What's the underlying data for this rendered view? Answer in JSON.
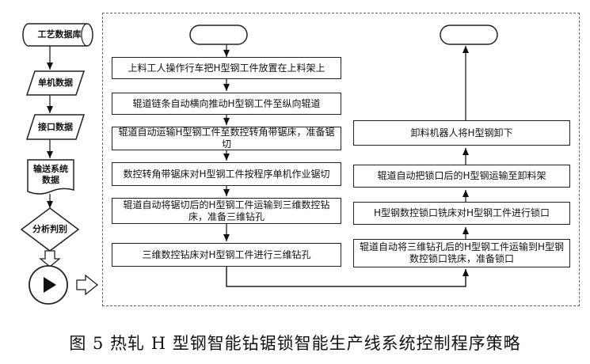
{
  "sidebar": {
    "process_db": "工艺数据库",
    "single_data": "单机数据",
    "interface_data": "接口数据",
    "conveyor_data": "输送系统数据",
    "analysis": "分析判别"
  },
  "flow": {
    "left_steps": [
      "上料工人操作行车把H型钢工件放置在上料架上",
      "辊道链条自动横向推动H型钢工件至纵向辊道",
      "辊道自动运输H型钢工件至数控转角带锯床，准备锯切",
      "数控转角带锯床对H型钢工件按程序单机作业锯切",
      "辊道自动将锯切后的H型钢工件运输到三维数控钻床，准备三维钻孔",
      "三维数控钻床对H型钢工件进行三维钻孔"
    ],
    "right_steps": [
      "卸料机器人将H型钢卸下",
      "辊道自动把锁口后的H型钢运输至卸料架",
      "H型钢数控锁口铣床对H型钢工件进行锁口",
      "辊道自动将三维钻孔后的H型钢工件运输到H型钢数控锁口铣床，准备锁口"
    ]
  },
  "caption": "图 5 热轧 H 型钢智能钻锯锁智能生产线系统控制程序策略"
}
